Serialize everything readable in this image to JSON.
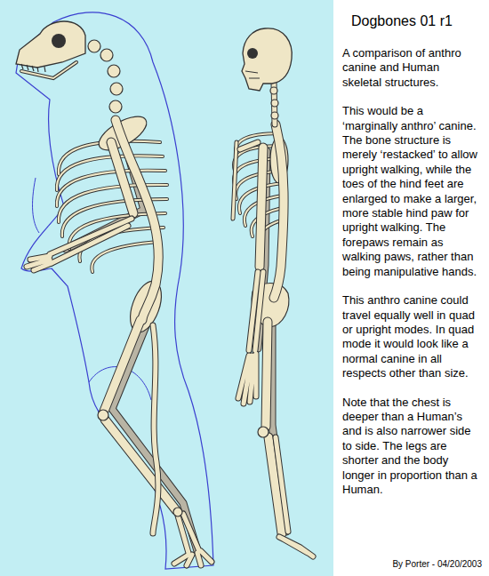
{
  "diagram": {
    "title": "Dogbones 01 r1",
    "nodes": [
      {
        "text": [
          "A comparison of anthro canine and Human skeletal structures.",
          "This would be a ‘marginally anthro’ canine. The bone structure is merely ‘restacked’ to allow upright walking, while the toes of the hind feet are enlarged to make a larger, more stable hind paw for upright walking. The forepaws remain as walking paws, rather than being manipulative hands.",
          "This anthro canine could travel equally well in quad or upright modes. In quad mode it would look like a normal canine in all respects other than size.",
          "Note that the chest is deeper than a Human’s and is also narrower side to side. The legs are shorter and the body longer in proportion than a Human."
        ]
      }
    ],
    "labels": [
      "By Porter - 04/20/2003"
    ]
  }
}
